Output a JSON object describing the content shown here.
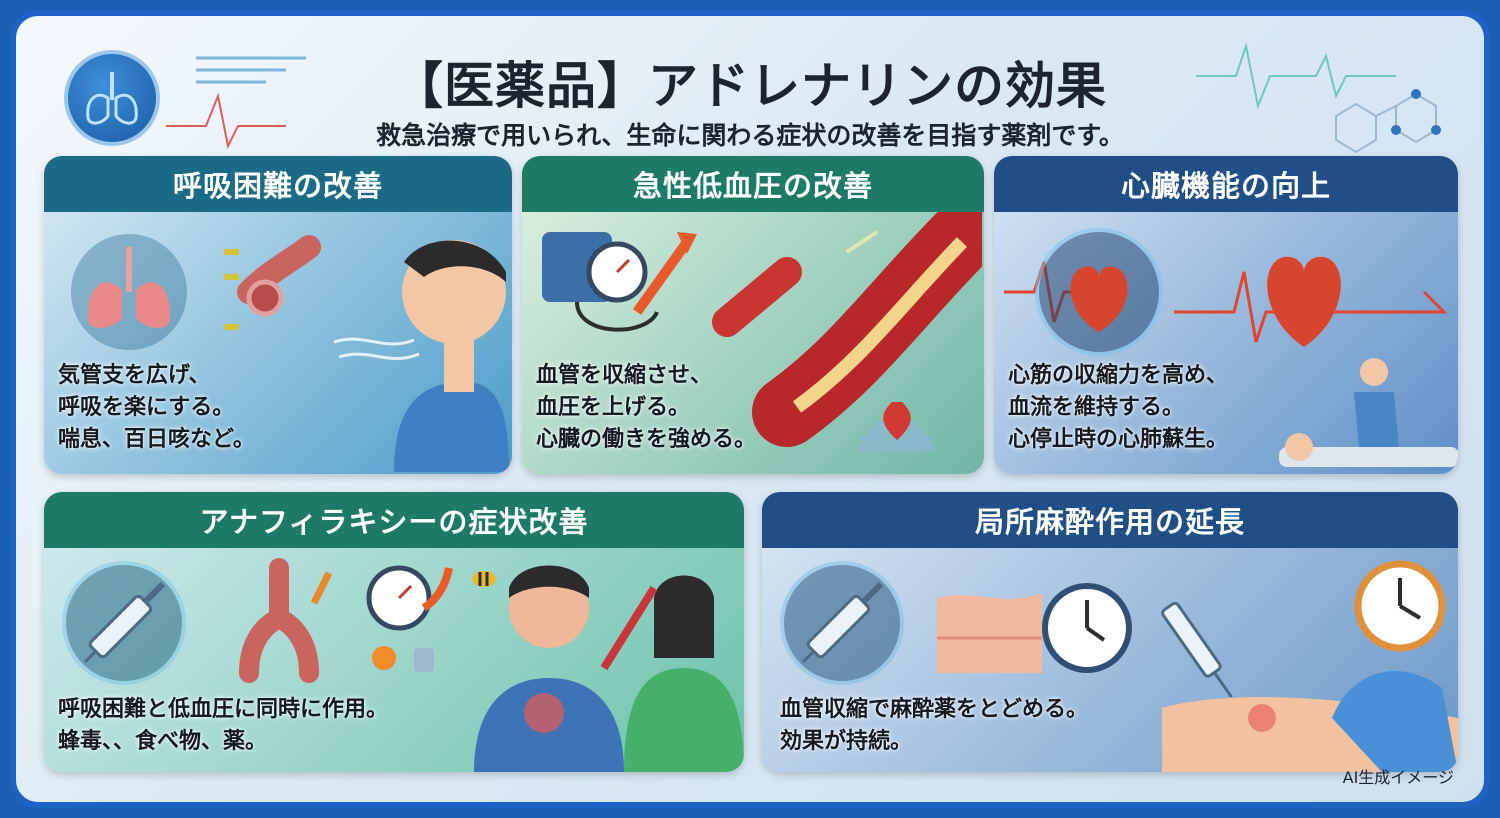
{
  "header": {
    "title": "【医薬品】アドレナリンの効果",
    "subtitle": "救急治療で用いられ、生命に関わる症状の改善を目指す薬剤です。"
  },
  "cards": [
    {
      "title": "呼吸困難の改善",
      "lines": [
        "気管支を広げ、",
        "呼吸を楽にする。",
        "喘息、百日咳など。"
      ]
    },
    {
      "title": "急性低血圧の改善",
      "lines": [
        "血管を収縮させ、",
        "血圧を上げる。",
        "心臓の働きを強める。"
      ]
    },
    {
      "title": "心臓機能の向上",
      "lines": [
        "心筋の収縮力を高め、",
        "血流を維持する。",
        "心停止時の心肺蘇生。"
      ]
    },
    {
      "title": "アナフィラキシーの症状改善",
      "lines": [
        "呼吸困難と低血圧に同時に作用。",
        "蜂毒、、食べ物、薬。"
      ]
    },
    {
      "title": "局所麻酔作用の延長",
      "lines": [
        "血管収縮で麻酔薬をとどめる。",
        "効果が持続。"
      ]
    }
  ],
  "footer": {
    "credit": "AI生成イメージ"
  },
  "colors": {
    "frame": "#1d63c4",
    "teal_head": "#1b6a86",
    "green_head": "#1c7a66",
    "navy_head": "#1f4f86"
  },
  "icons": [
    "lungs-icon",
    "syringe-icon",
    "heart-icon",
    "clock-icon",
    "blood-pressure-gauge-icon",
    "bee-icon"
  ]
}
